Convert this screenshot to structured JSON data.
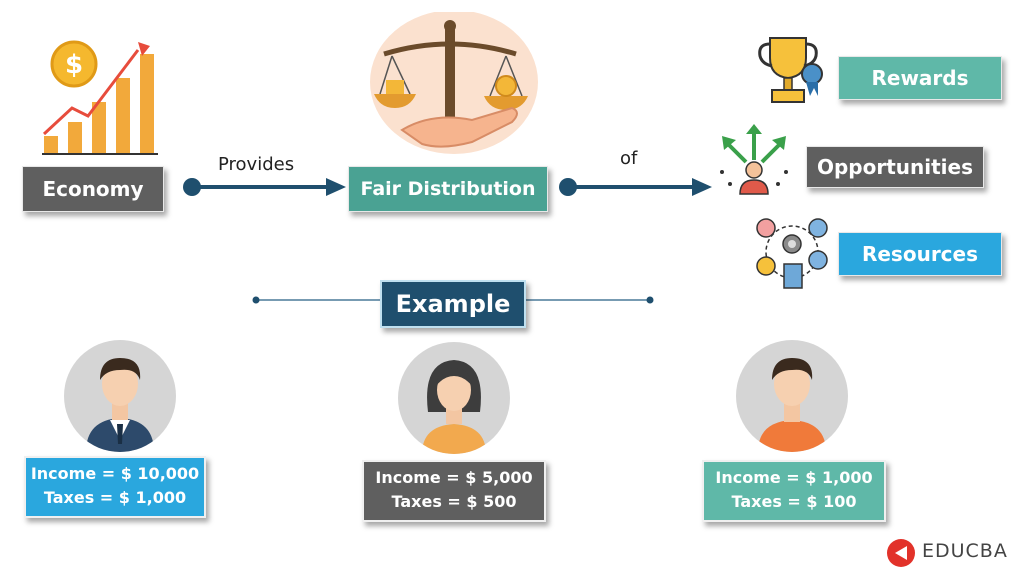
{
  "flow": {
    "economy_label": "Economy",
    "provides_label": "Provides",
    "fair_distribution_label": "Fair Distribution",
    "of_label": "of"
  },
  "outcomes": {
    "rewards": "Rewards",
    "opportunities": "Opportunities",
    "resources": "Resources"
  },
  "example_label": "Example",
  "people": [
    {
      "income": "Income = $ 10,000",
      "taxes": "Taxes = $ 1,000",
      "color": "#2aa7de"
    },
    {
      "income": "Income = $ 5,000",
      "taxes": "Taxes = $ 500",
      "color": "#5f5f5f"
    },
    {
      "income": "Income = $ 1,000",
      "taxes": "Taxes = $ 100",
      "color": "#5fb8a8"
    }
  ],
  "brand": {
    "name": "EDUCBA",
    "color": "#e2322a"
  },
  "colors": {
    "arrow": "#1f4f6e",
    "example_box": "#1f4f6e"
  },
  "icons": [
    "growth-chart-dollar-icon",
    "balance-scale-hand-icon",
    "trophy-icon",
    "opportunities-person-arrows-icon",
    "resources-network-icon",
    "businessman-avatar-icon",
    "woman-avatar-icon",
    "man-avatar-icon",
    "educba-logo-icon"
  ]
}
